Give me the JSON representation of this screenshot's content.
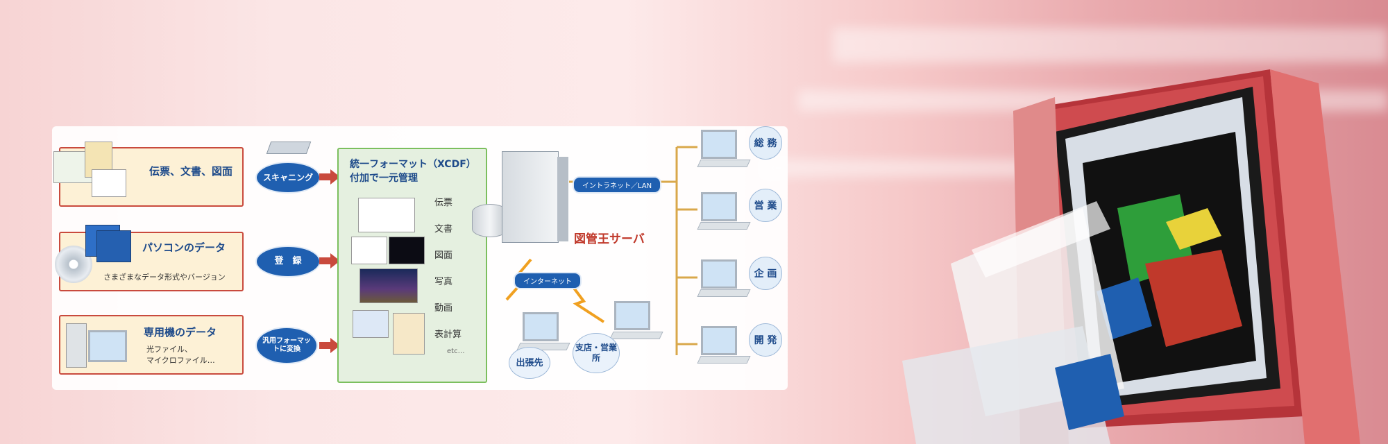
{
  "sources": [
    {
      "title": "伝票、文書、図面",
      "sub": []
    },
    {
      "title": "パソコンのデータ",
      "sub": [
        "さまざまなデータ形式やバージョン"
      ]
    },
    {
      "title": "専用機のデータ",
      "sub": [
        "光ファイル、",
        "マイクロファイル…"
      ]
    }
  ],
  "methods": [
    "スキャニング",
    "登　録",
    "汎用フォーマットに変換"
  ],
  "central": {
    "title_line1": "統一フォーマット（XCDF）",
    "title_line2": "付加で一元管理",
    "items": [
      "伝票",
      "文書",
      "図面",
      "写真",
      "動画",
      "表計算"
    ],
    "etc": "etc…"
  },
  "network": {
    "intranet": "イントラネット／LAN",
    "internet": "インターネット",
    "server": "図管王サーバ"
  },
  "remote": [
    "出張先",
    "支店・営業所"
  ],
  "departments": [
    "総 務",
    "営 業",
    "企 画",
    "開 発"
  ],
  "colors": {
    "accent": "#1f5fb0",
    "arrow": "#c94a3d",
    "central_border": "#7cbf5e",
    "line": "#d9a84a"
  }
}
